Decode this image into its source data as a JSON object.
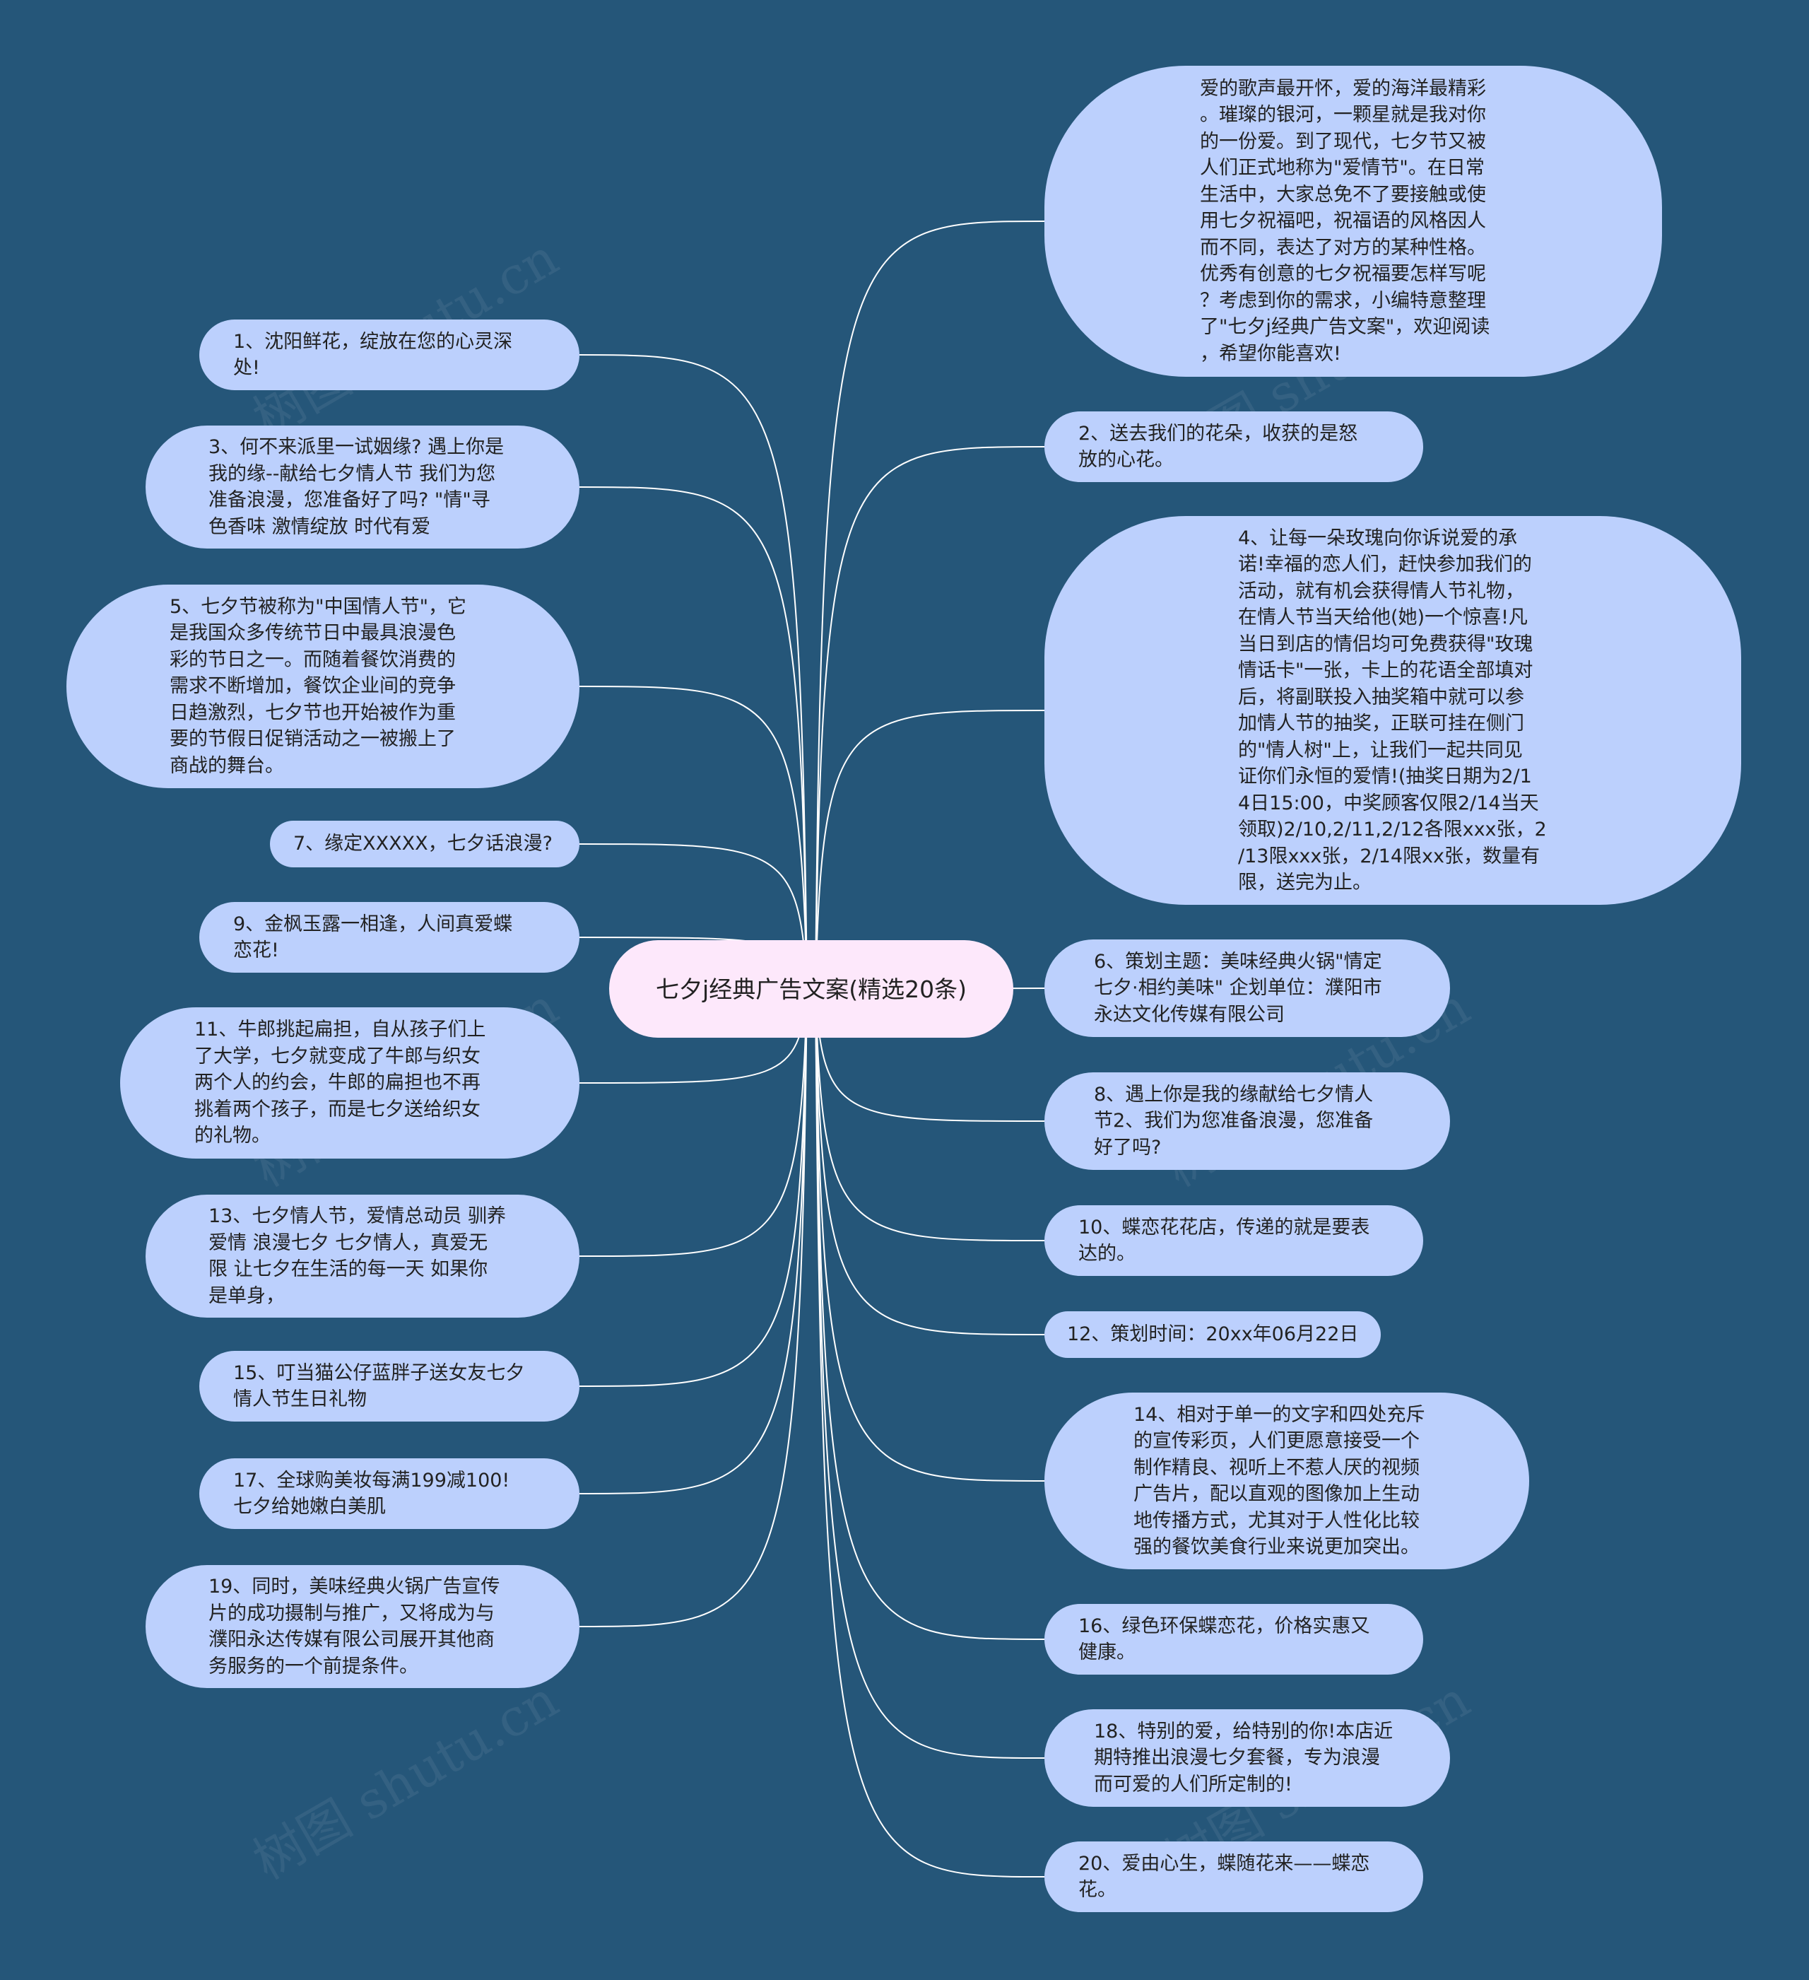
{
  "central_topic": "七夕j经典广告文案(精选20条)",
  "watermark": "树图 shutu.cn",
  "left_topics": [
    {
      "id": "t1",
      "lines": [
        "1、沈阳鲜花，绽放在您的心灵深",
        "处!"
      ]
    },
    {
      "id": "t3",
      "lines": [
        "3、何不来派里一试姻缘? 遇上你是",
        "我的缘--献给七夕情人节 我们为您",
        "准备浪漫，您准备好了吗? \"情\"寻",
        "色香味 激情绽放 时代有爱"
      ]
    },
    {
      "id": "t5",
      "lines": [
        "5、七夕节被称为\"中国情人节\"，它",
        "是我国众多传统节日中最具浪漫色",
        "彩的节日之一。而随着餐饮消费的",
        "需求不断增加，餐饮企业间的竞争",
        "日趋激烈，七夕节也开始被作为重",
        "要的节假日促销活动之一被搬上了",
        "商战的舞台。"
      ]
    },
    {
      "id": "t7",
      "lines": [
        "7、缘定XXXXX，七夕话浪漫?"
      ]
    },
    {
      "id": "t9",
      "lines": [
        "9、金枫玉露一相逢，人间真爱蝶",
        "恋花!"
      ]
    },
    {
      "id": "t11",
      "lines": [
        "11、牛郎挑起扁担，自从孩子们上",
        "了大学，七夕就变成了牛郎与织女",
        "两个人的约会，牛郎的扁担也不再",
        "挑着两个孩子，而是七夕送给织女",
        "的礼物。"
      ]
    },
    {
      "id": "t13",
      "lines": [
        "13、七夕情人节，爱情总动员 驯养",
        "爱情 浪漫七夕  七夕情人，真爱无",
        "限 让七夕在生活的每一天 如果你",
        "是单身，"
      ]
    },
    {
      "id": "t15",
      "lines": [
        "15、叮当猫公仔蓝胖子送女友七夕",
        "情人节生日礼物"
      ]
    },
    {
      "id": "t17",
      "lines": [
        "17、全球购美妆每满199减100!",
        "七夕给她嫩白美肌"
      ]
    },
    {
      "id": "t19",
      "lines": [
        "19、同时，美味经典火锅广告宣传",
        "片的成功摄制与推广，又将成为与",
        "濮阳永达传媒有限公司展开其他商",
        "务服务的一个前提条件。"
      ]
    }
  ],
  "right_topics": [
    {
      "id": "intro",
      "lines": [
        "爱的歌声最开怀，爱的海洋最精彩",
        "。璀璨的银河，一颗星就是我对你",
        "的一份爱。到了现代，七夕节又被",
        "人们正式地称为\"爱情节\"。在日常",
        "生活中，大家总免不了要接触或使",
        "用七夕祝福吧，祝福语的风格因人",
        "而不同，表达了对方的某种性格。",
        "优秀有创意的七夕祝福要怎样写呢",
        "？考虑到你的需求，小编特意整理",
        "了\"七夕j经典广告文案\"，欢迎阅读",
        "，希望你能喜欢!"
      ]
    },
    {
      "id": "t2",
      "lines": [
        "2、送去我们的花朵，收获的是怒",
        "放的心花。"
      ]
    },
    {
      "id": "t4",
      "lines": [
        "4、让每一朵玫瑰向你诉说爱的承",
        "诺!幸福的恋人们，赶快参加我们的",
        "活动，就有机会获得情人节礼物，",
        "在情人节当天给他(她)一个惊喜!凡",
        "当日到店的情侣均可免费获得\"玫瑰",
        "情话卡\"一张，卡上的花语全部填对",
        "后，将副联投入抽奖箱中就可以参",
        "加情人节的抽奖，正联可挂在侧门",
        "的\"情人树\"上，让我们一起共同见",
        "证你们永恒的爱情!(抽奖日期为2/1",
        "4日15:00，中奖顾客仅限2/14当天",
        "领取)2/10,2/11,2/12各限xxx张，2",
        "/13限xxx张，2/14限xx张，数量有",
        "限，送完为止。"
      ]
    },
    {
      "id": "t6",
      "lines": [
        "6、策划主题：美味经典火锅\"情定",
        "七夕·相约美味\" 企划单位：濮阳市",
        "永达文化传媒有限公司"
      ]
    },
    {
      "id": "t8",
      "lines": [
        "8、遇上你是我的缘献给七夕情人",
        "节2、我们为您准备浪漫，您准备",
        "好了吗?"
      ]
    },
    {
      "id": "t10",
      "lines": [
        "10、蝶恋花花店，传递的就是要表",
        "达的。"
      ]
    },
    {
      "id": "t12",
      "lines": [
        "12、策划时间：20xx年06月22日"
      ]
    },
    {
      "id": "t14",
      "lines": [
        "14、相对于单一的文字和四处充斥",
        "的宣传彩页，人们更愿意接受一个",
        "制作精良、视听上不惹人厌的视频",
        "广告片，配以直观的图像加上生动",
        "地传播方式，尤其对于人性化比较",
        "强的餐饮美食行业来说更加突出。"
      ]
    },
    {
      "id": "t16",
      "lines": [
        "16、绿色环保蝶恋花，价格实惠又",
        "健康。"
      ]
    },
    {
      "id": "t18",
      "lines": [
        "18、特别的爱，给特别的你!本店近",
        "期特推出浪漫七夕套餐，专为浪漫",
        "而可爱的人们所定制的!"
      ]
    },
    {
      "id": "t20",
      "lines": [
        "20、爱由心生，蝶随花来——蝶恋",
        "花。"
      ]
    }
  ],
  "colors": {
    "background": "#255679",
    "topic_fill": "#bcd0fd",
    "central_fill": "#fde8fb",
    "connector": "#ffffff",
    "text": "#222222"
  }
}
